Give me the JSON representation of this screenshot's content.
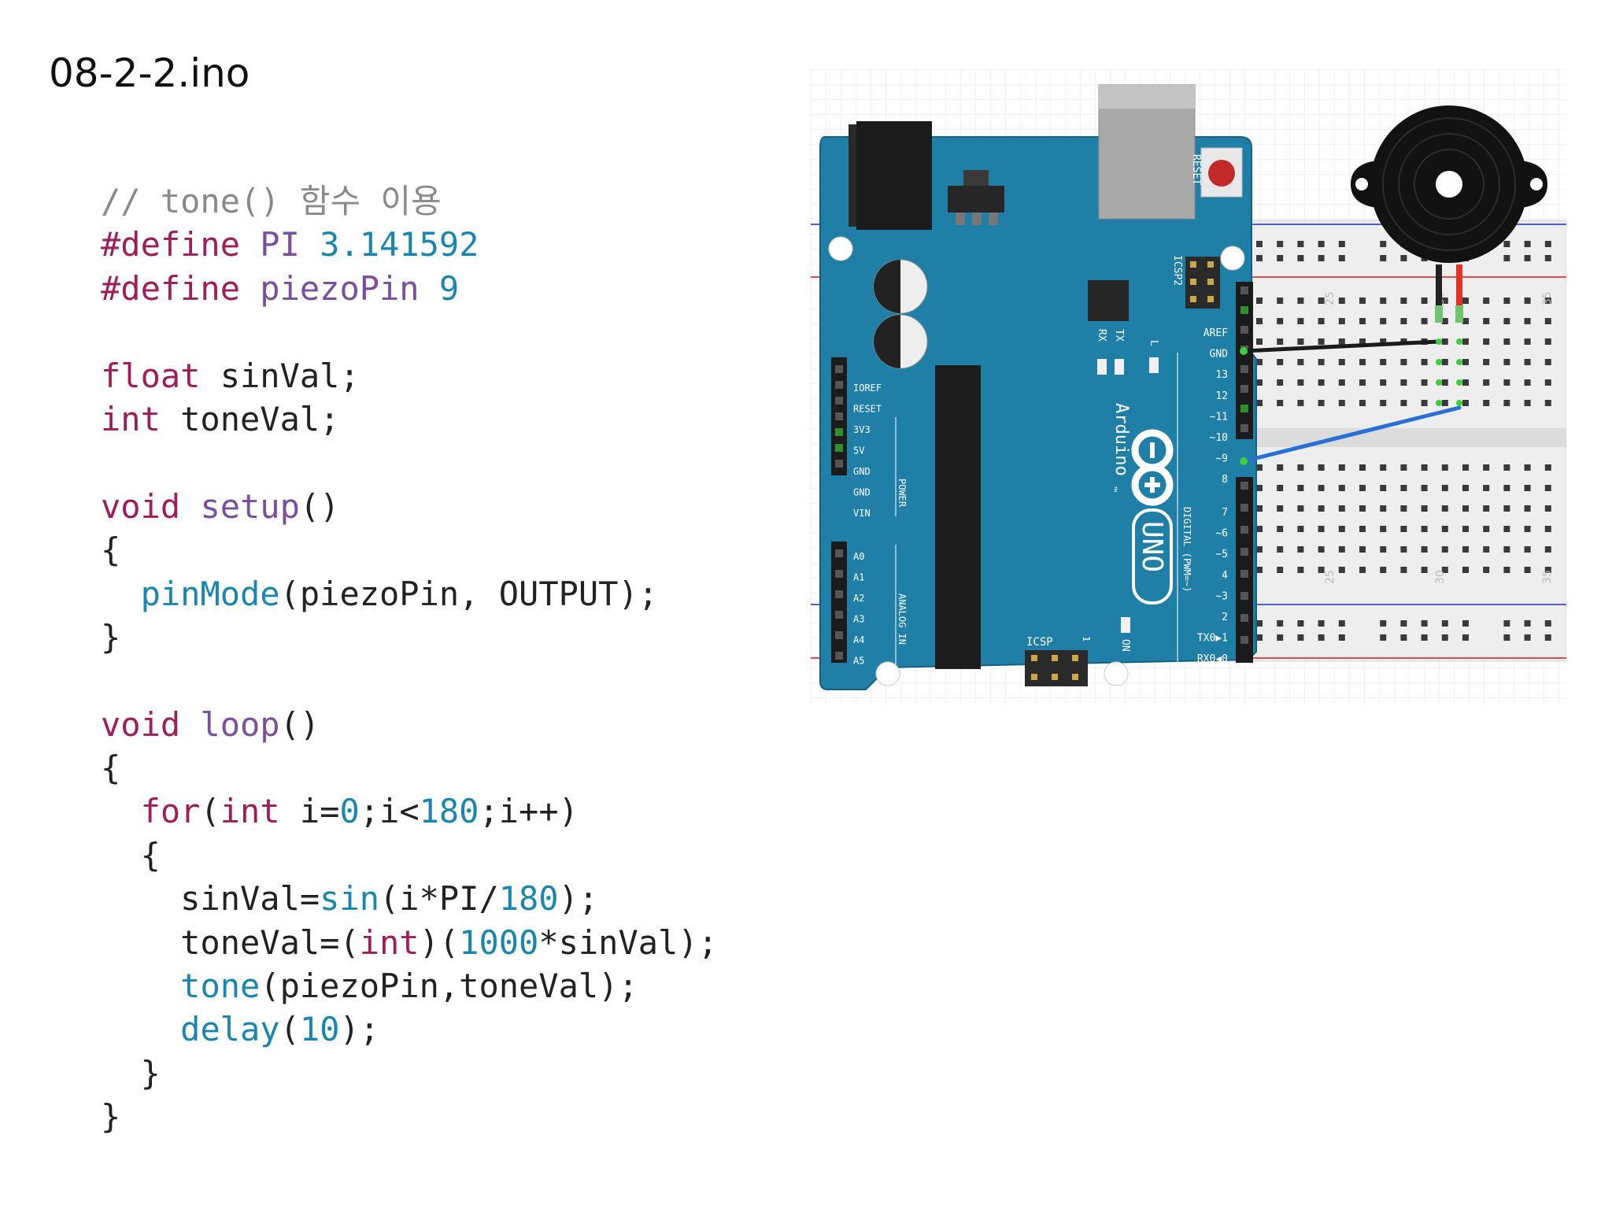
{
  "title": "08-2-2.ino",
  "code_lines": [
    [
      {
        "t": "// tone() 함수 이용",
        "c": "cmt"
      }
    ],
    [
      {
        "t": "#define ",
        "c": "pp"
      },
      {
        "t": "PI",
        "c": "id"
      },
      {
        "t": " 3.141592",
        "c": "num"
      }
    ],
    [
      {
        "t": "#define ",
        "c": "pp"
      },
      {
        "t": "piezoPin",
        "c": "id"
      },
      {
        "t": " 9",
        "c": "num"
      }
    ],
    [],
    [
      {
        "t": "float",
        "c": "kw"
      },
      {
        "t": " sinVal;",
        "c": "plain"
      }
    ],
    [
      {
        "t": "int",
        "c": "kw"
      },
      {
        "t": " toneVal;",
        "c": "plain"
      }
    ],
    [],
    [
      {
        "t": "void",
        "c": "kw"
      },
      {
        "t": " ",
        "c": "plain"
      },
      {
        "t": "setup",
        "c": "id"
      },
      {
        "t": "()",
        "c": "plain"
      }
    ],
    [
      {
        "t": "{",
        "c": "plain"
      }
    ],
    [
      {
        "t": "  ",
        "c": "plain"
      },
      {
        "t": "pinMode",
        "c": "fn"
      },
      {
        "t": "(piezoPin, OUTPUT);",
        "c": "plain"
      }
    ],
    [
      {
        "t": "}",
        "c": "plain"
      }
    ],
    [],
    [
      {
        "t": "void",
        "c": "kw"
      },
      {
        "t": " ",
        "c": "plain"
      },
      {
        "t": "loop",
        "c": "id"
      },
      {
        "t": "()",
        "c": "plain"
      }
    ],
    [
      {
        "t": "{",
        "c": "plain"
      }
    ],
    [
      {
        "t": "  ",
        "c": "plain"
      },
      {
        "t": "for",
        "c": "kw"
      },
      {
        "t": "(",
        "c": "plain"
      },
      {
        "t": "int",
        "c": "kw"
      },
      {
        "t": " i=",
        "c": "plain"
      },
      {
        "t": "0",
        "c": "num"
      },
      {
        "t": ";i<",
        "c": "plain"
      },
      {
        "t": "180",
        "c": "num"
      },
      {
        "t": ";i++)",
        "c": "plain"
      }
    ],
    [
      {
        "t": "  {",
        "c": "plain"
      }
    ],
    [
      {
        "t": "    sinVal=",
        "c": "plain"
      },
      {
        "t": "sin",
        "c": "fn"
      },
      {
        "t": "(i*PI/",
        "c": "plain"
      },
      {
        "t": "180",
        "c": "num"
      },
      {
        "t": ");",
        "c": "plain"
      }
    ],
    [
      {
        "t": "    toneVal=(",
        "c": "plain"
      },
      {
        "t": "int",
        "c": "kw"
      },
      {
        "t": ")(",
        "c": "plain"
      },
      {
        "t": "1000",
        "c": "num"
      },
      {
        "t": "*sinVal);",
        "c": "plain"
      }
    ],
    [
      {
        "t": "    ",
        "c": "plain"
      },
      {
        "t": "tone",
        "c": "fn"
      },
      {
        "t": "(piezoPin,toneVal);",
        "c": "plain"
      }
    ],
    [
      {
        "t": "    ",
        "c": "plain"
      },
      {
        "t": "delay",
        "c": "fn"
      },
      {
        "t": "(",
        "c": "plain"
      },
      {
        "t": "10",
        "c": "num"
      },
      {
        "t": ");",
        "c": "plain"
      }
    ],
    [
      {
        "t": "  }",
        "c": "plain"
      }
    ],
    [
      {
        "t": "}",
        "c": "plain"
      }
    ]
  ],
  "board": {
    "reset": "RESET",
    "icsp2": "ICSP2",
    "icsp": "ICSP",
    "tx": "TX",
    "rx": "RX",
    "l": "L",
    "on": "ON",
    "brand": "Arduino",
    "tm": "™",
    "model": "UNO",
    "digital": "DIGITAL (PWM=~)",
    "power": "POWER",
    "analog": "ANALOG IN",
    "power_pins": [
      "IOREF",
      "RESET",
      "3V3",
      "5V",
      "GND",
      "GND",
      "VIN"
    ],
    "analog_pins": [
      "A0",
      "A1",
      "A2",
      "A3",
      "A4",
      "A5"
    ],
    "digital_top": [
      "AREF",
      "GND",
      "13",
      "12",
      "~11",
      "~10",
      "~9",
      "8"
    ],
    "digital_bottom": [
      "7",
      "~6",
      "~5",
      "4",
      "~3",
      "2",
      "TX0▶1",
      "RX0◀0"
    ],
    "one": "1"
  },
  "breadboard": {
    "col_labels": [
      "25",
      "30",
      "35"
    ]
  },
  "colors": {
    "board": "#1f7fa6",
    "board_edge": "#14607f",
    "wire_gnd": "#1a1a1a",
    "wire_signal": "#2a6fd6",
    "lead_red": "#e53024",
    "lead_black": "#222222",
    "rail_red": "#e04b4b",
    "rail_blue": "#4b5fe0"
  }
}
